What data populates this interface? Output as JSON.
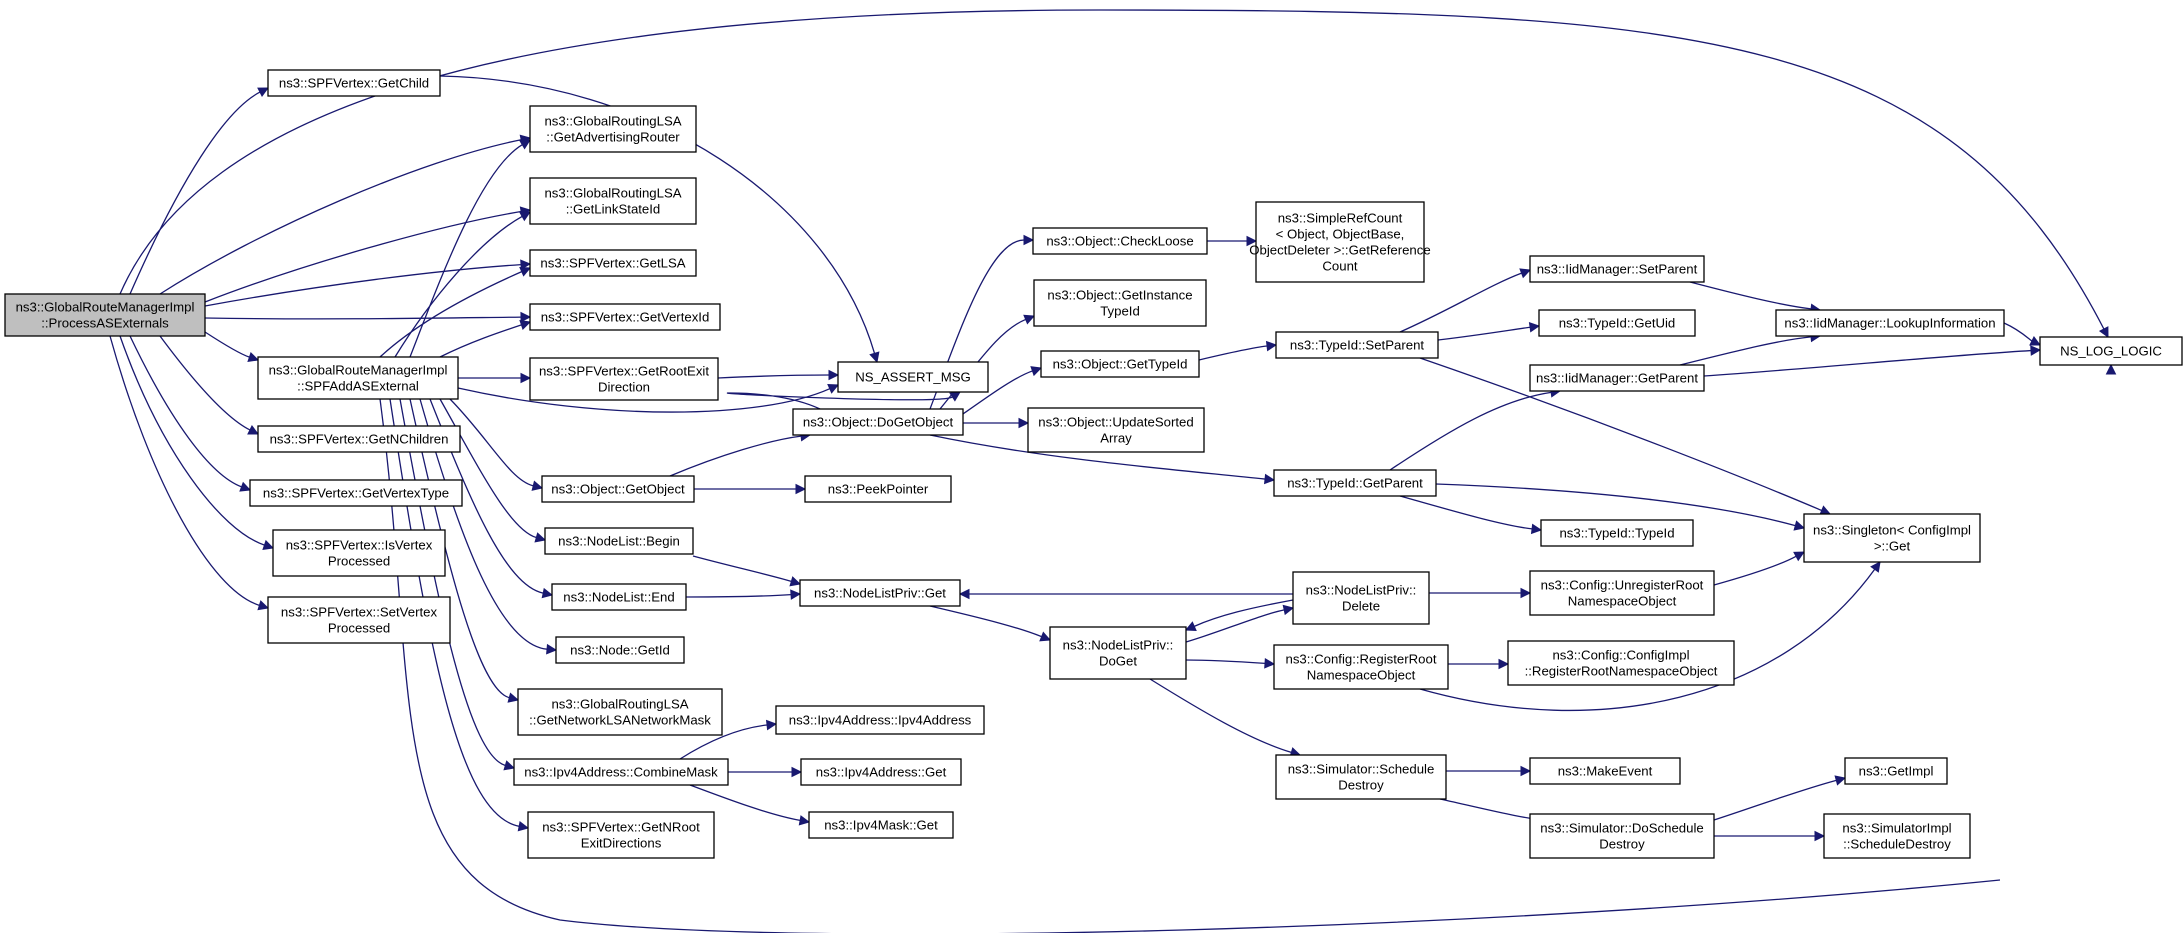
{
  "graph": {
    "root": "process",
    "colors": {
      "edge": "#191970",
      "node_fill": "#ffffff",
      "root_fill": "#bfbfbf",
      "border": "#000000",
      "incomplete_border": "#ff0000"
    },
    "nodes": [
      {
        "id": "process",
        "lines": [
          "ns3::GlobalRouteManagerImpl",
          "::ProcessASExternals"
        ],
        "root": true
      },
      {
        "id": "getchild",
        "lines": [
          "ns3::SPFVertex::GetChild"
        ]
      },
      {
        "id": "getadvrouter",
        "lines": [
          "ns3::GlobalRoutingLSA",
          "::GetAdvertisingRouter"
        ]
      },
      {
        "id": "getlinkstateid",
        "lines": [
          "ns3::GlobalRoutingLSA",
          "::GetLinkStateId"
        ]
      },
      {
        "id": "getlsa",
        "lines": [
          "ns3::SPFVertex::GetLSA"
        ]
      },
      {
        "id": "getvertexid",
        "lines": [
          "ns3::SPFVertex::GetVertexId"
        ]
      },
      {
        "id": "spfadd",
        "lines": [
          "ns3::GlobalRouteManagerImpl",
          "::SPFAddASExternal"
        ]
      },
      {
        "id": "getnchildren",
        "lines": [
          "ns3::SPFVertex::GetNChildren"
        ]
      },
      {
        "id": "getvertextype",
        "lines": [
          "ns3::SPFVertex::GetVertexType"
        ]
      },
      {
        "id": "isvertexprocessed",
        "lines": [
          "ns3::SPFVertex::IsVertex",
          "Processed"
        ]
      },
      {
        "id": "setvertexprocessed",
        "lines": [
          "ns3::SPFVertex::SetVertex",
          "Processed"
        ]
      },
      {
        "id": "getrootexitdir",
        "lines": [
          "ns3::SPFVertex::GetRootExit",
          "Direction"
        ]
      },
      {
        "id": "nsassert",
        "lines": [
          "NS_ASSERT_MSG"
        ]
      },
      {
        "id": "getobject",
        "lines": [
          "ns3::Object::GetObject"
        ]
      },
      {
        "id": "nodelistbegin",
        "lines": [
          "ns3::NodeList::Begin"
        ]
      },
      {
        "id": "nodelistend",
        "lines": [
          "ns3::NodeList::End"
        ]
      },
      {
        "id": "nodegetid",
        "lines": [
          "ns3::Node::GetId"
        ]
      },
      {
        "id": "getnetworkmask",
        "lines": [
          "ns3::GlobalRoutingLSA",
          "::GetNetworkLSANetworkMask"
        ]
      },
      {
        "id": "combinemask",
        "lines": [
          "ns3::Ipv4Address::CombineMask"
        ]
      },
      {
        "id": "getnrootexit",
        "lines": [
          "ns3::SPFVertex::GetNRoot",
          "ExitDirections"
        ]
      },
      {
        "id": "ipv4address",
        "lines": [
          "ns3::Ipv4Address::Ipv4Address"
        ]
      },
      {
        "id": "ipv4addressget",
        "lines": [
          "ns3::Ipv4Address::Get"
        ]
      },
      {
        "id": "ipv4maskget",
        "lines": [
          "ns3::Ipv4Mask::Get"
        ]
      },
      {
        "id": "checkloose",
        "lines": [
          "ns3::Object::CheckLoose"
        ]
      },
      {
        "id": "getinstancetypeid",
        "lines": [
          "ns3::Object::GetInstance",
          "TypeId"
        ]
      },
      {
        "id": "gettypeid",
        "lines": [
          "ns3::Object::GetTypeId"
        ]
      },
      {
        "id": "dogetobject",
        "lines": [
          "ns3::Object::DoGetObject"
        ]
      },
      {
        "id": "updatesorted",
        "lines": [
          "ns3::Object::UpdateSorted",
          "Array"
        ]
      },
      {
        "id": "peekpointer",
        "lines": [
          "ns3::PeekPointer"
        ]
      },
      {
        "id": "nodelistprivget",
        "lines": [
          "ns3::NodeListPriv::Get"
        ]
      },
      {
        "id": "nodelistprivdoget",
        "lines": [
          "ns3::NodeListPriv::",
          "DoGet"
        ]
      },
      {
        "id": "simplerefcount",
        "lines": [
          "ns3::SimpleRefCount",
          "< Object, ObjectBase,",
          "ObjectDeleter >::GetReference",
          "Count"
        ]
      },
      {
        "id": "typeidsetparent",
        "lines": [
          "ns3::TypeId::SetParent"
        ]
      },
      {
        "id": "typeidgetparent",
        "lines": [
          "ns3::TypeId::GetParent"
        ]
      },
      {
        "id": "nodelistprivdelete",
        "lines": [
          "ns3::NodeListPriv::",
          "Delete"
        ]
      },
      {
        "id": "configregister",
        "lines": [
          "ns3::Config::RegisterRoot",
          "NamespaceObject"
        ]
      },
      {
        "id": "simschedule",
        "lines": [
          "ns3::Simulator::Schedule",
          "Destroy"
        ]
      },
      {
        "id": "iidsetparent",
        "lines": [
          "ns3::IidManager::SetParent"
        ]
      },
      {
        "id": "typeidgetuid",
        "lines": [
          "ns3::TypeId::GetUid"
        ]
      },
      {
        "id": "iidgetparent",
        "lines": [
          "ns3::IidManager::GetParent"
        ]
      },
      {
        "id": "typeidtypeid",
        "lines": [
          "ns3::TypeId::TypeId"
        ]
      },
      {
        "id": "configunregister",
        "lines": [
          "ns3::Config::UnregisterRoot",
          "NamespaceObject"
        ],
        "incomplete": true
      },
      {
        "id": "configimplregister",
        "lines": [
          "ns3::Config::ConfigImpl",
          "::RegisterRootNamespaceObject"
        ]
      },
      {
        "id": "makeevent",
        "lines": [
          "ns3::MakeEvent"
        ],
        "incomplete": true
      },
      {
        "id": "simdoschedule",
        "lines": [
          "ns3::Simulator::DoSchedule",
          "Destroy"
        ]
      },
      {
        "id": "iidlookup",
        "lines": [
          "ns3::IidManager::LookupInformation"
        ]
      },
      {
        "id": "singletonget",
        "lines": [
          "ns3::Singleton< ConfigImpl",
          " >::Get"
        ]
      },
      {
        "id": "getimpl",
        "lines": [
          "ns3::GetImpl"
        ],
        "incomplete": true
      },
      {
        "id": "simimplschedule",
        "lines": [
          "ns3::SimulatorImpl",
          "::ScheduleDestroy"
        ]
      },
      {
        "id": "nslog",
        "lines": [
          "NS_LOG_LOGIC"
        ]
      }
    ],
    "edges": [
      [
        "process",
        "nslog"
      ],
      [
        "process",
        "getchild"
      ],
      [
        "process",
        "getadvrouter"
      ],
      [
        "process",
        "getlinkstateid"
      ],
      [
        "process",
        "getlsa"
      ],
      [
        "process",
        "getvertexid"
      ],
      [
        "process",
        "spfadd"
      ],
      [
        "process",
        "getnchildren"
      ],
      [
        "process",
        "getvertextype"
      ],
      [
        "process",
        "isvertexprocessed"
      ],
      [
        "process",
        "setvertexprocessed"
      ],
      [
        "getchild",
        "nsassert"
      ],
      [
        "spfadd",
        "getadvrouter"
      ],
      [
        "spfadd",
        "getlinkstateid"
      ],
      [
        "spfadd",
        "getlsa"
      ],
      [
        "spfadd",
        "getvertexid"
      ],
      [
        "spfadd",
        "getrootexitdir"
      ],
      [
        "spfadd",
        "nsassert"
      ],
      [
        "spfadd",
        "getobject"
      ],
      [
        "spfadd",
        "nodelistbegin"
      ],
      [
        "spfadd",
        "nodelistend"
      ],
      [
        "spfadd",
        "nodegetid"
      ],
      [
        "spfadd",
        "getnetworkmask"
      ],
      [
        "spfadd",
        "combinemask"
      ],
      [
        "spfadd",
        "getnrootexit"
      ],
      [
        "spfadd",
        "nslog"
      ],
      [
        "getrootexitdir",
        "nsassert"
      ],
      [
        "getobject",
        "dogetobject"
      ],
      [
        "getobject",
        "peekpointer"
      ],
      [
        "nodelistbegin",
        "nodelistprivget"
      ],
      [
        "nodelistend",
        "nodelistprivget"
      ],
      [
        "combinemask",
        "ipv4address"
      ],
      [
        "combinemask",
        "ipv4addressget"
      ],
      [
        "combinemask",
        "ipv4maskget"
      ],
      [
        "dogetobject",
        "nsassert"
      ],
      [
        "dogetobject",
        "checkloose"
      ],
      [
        "dogetobject",
        "getinstancetypeid"
      ],
      [
        "dogetobject",
        "gettypeid"
      ],
      [
        "dogetobject",
        "updatesorted"
      ],
      [
        "dogetobject",
        "typeidgetparent"
      ],
      [
        "checkloose",
        "simplerefcount"
      ],
      [
        "gettypeid",
        "typeidsetparent"
      ],
      [
        "nodelistprivget",
        "nodelistprivdoget"
      ],
      [
        "nodelistprivdoget",
        "nodelistprivdelete"
      ],
      [
        "nodelistprivdoget",
        "configregister"
      ],
      [
        "nodelistprivdoget",
        "simschedule"
      ],
      [
        "nodelistprivdelete",
        "nodelistprivget"
      ],
      [
        "nodelistprivdelete",
        "nodelistprivdoget"
      ],
      [
        "nodelistprivdelete",
        "configunregister"
      ],
      [
        "typeidsetparent",
        "iidsetparent"
      ],
      [
        "typeidsetparent",
        "typeidgetuid"
      ],
      [
        "typeidsetparent",
        "singletonget"
      ],
      [
        "typeidgetparent",
        "iidgetparent"
      ],
      [
        "typeidgetparent",
        "typeidtypeid"
      ],
      [
        "typeidgetparent",
        "singletonget"
      ],
      [
        "configregister",
        "configimplregister"
      ],
      [
        "configregister",
        "singletonget"
      ],
      [
        "configunregister",
        "singletonget"
      ],
      [
        "simschedule",
        "makeevent"
      ],
      [
        "simschedule",
        "simdoschedule"
      ],
      [
        "simdoschedule",
        "getimpl"
      ],
      [
        "simdoschedule",
        "simimplschedule"
      ],
      [
        "iidsetparent",
        "iidlookup"
      ],
      [
        "iidgetparent",
        "iidlookup"
      ],
      [
        "iidgetparent",
        "nslog"
      ],
      [
        "iidlookup",
        "nslog"
      ]
    ]
  }
}
